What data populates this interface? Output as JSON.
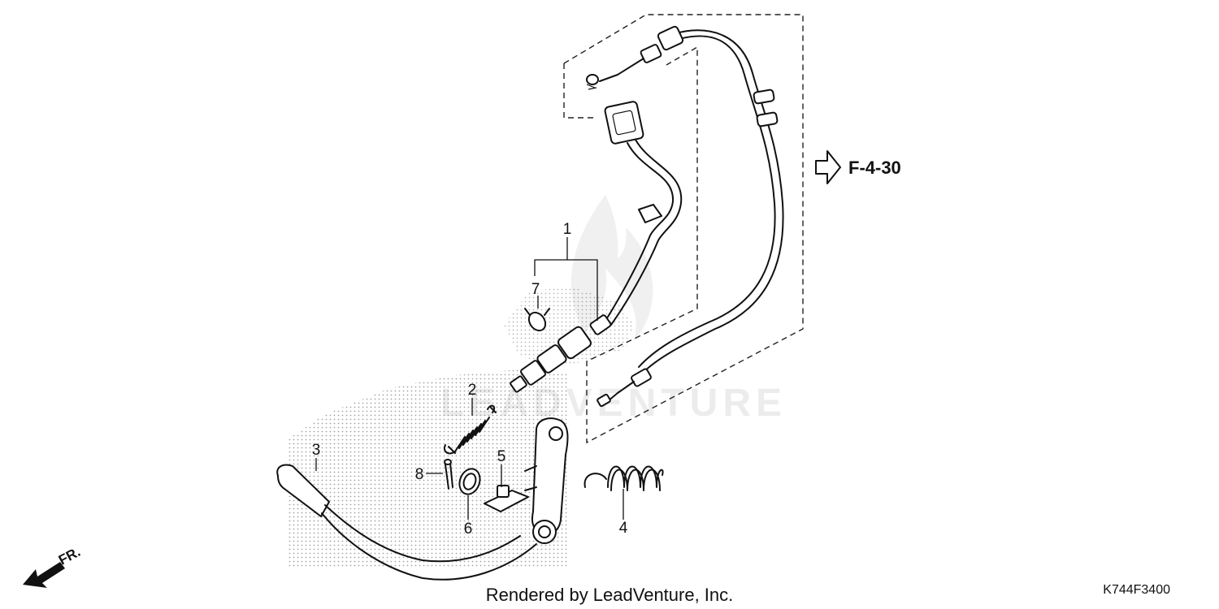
{
  "diagram": {
    "callouts": [
      "1",
      "2",
      "3",
      "4",
      "5",
      "6",
      "7",
      "8"
    ],
    "reference_label": "F-4-30",
    "direction_label": "FR.",
    "watermark": "LEADVENTURE",
    "credit": "Rendered by LeadVenture, Inc.",
    "diagram_code": "K744F3400"
  },
  "colors": {
    "line": "#111111",
    "stipple": "#9a9a9a",
    "background": "#ffffff"
  },
  "icons": {
    "reference_arrow": "outline-right-arrow",
    "front_arrow": "solid-diagonal-arrow"
  }
}
